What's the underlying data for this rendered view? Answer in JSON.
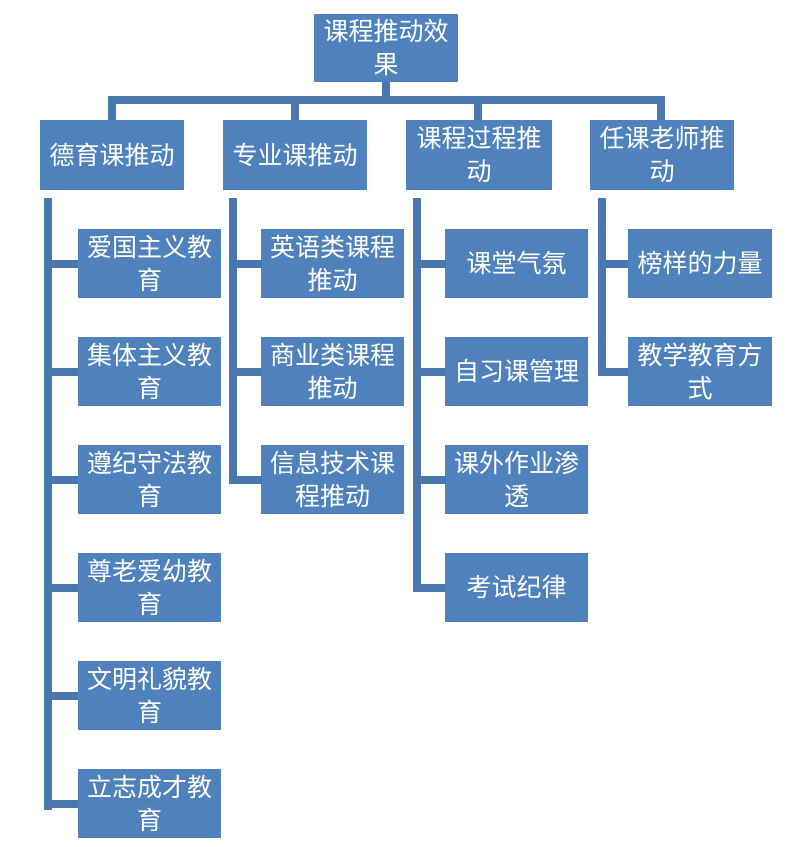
{
  "root": {
    "label": "课程推动效果"
  },
  "branches": [
    {
      "label": "德育课推动",
      "children": [
        "爱国主义教育",
        "集体主义教育",
        "遵纪守法教育",
        "尊老爱幼教育",
        "文明礼貌教育",
        "立志成才教育"
      ]
    },
    {
      "label": "专业课推动",
      "children": [
        "英语类课程推动",
        "商业类课程推动",
        "信息技术课程推动"
      ]
    },
    {
      "label": "课程过程推动",
      "children": [
        "课堂气氛",
        "自习课管理",
        "课外作业渗透",
        "考试纪律"
      ]
    },
    {
      "label": "任课老师推动",
      "children": [
        "榜样的力量",
        "教学教育方式"
      ]
    }
  ],
  "colors": {
    "box_fill": "#4f81bd",
    "connector": "#4a77ad",
    "text": "#ffffff"
  }
}
